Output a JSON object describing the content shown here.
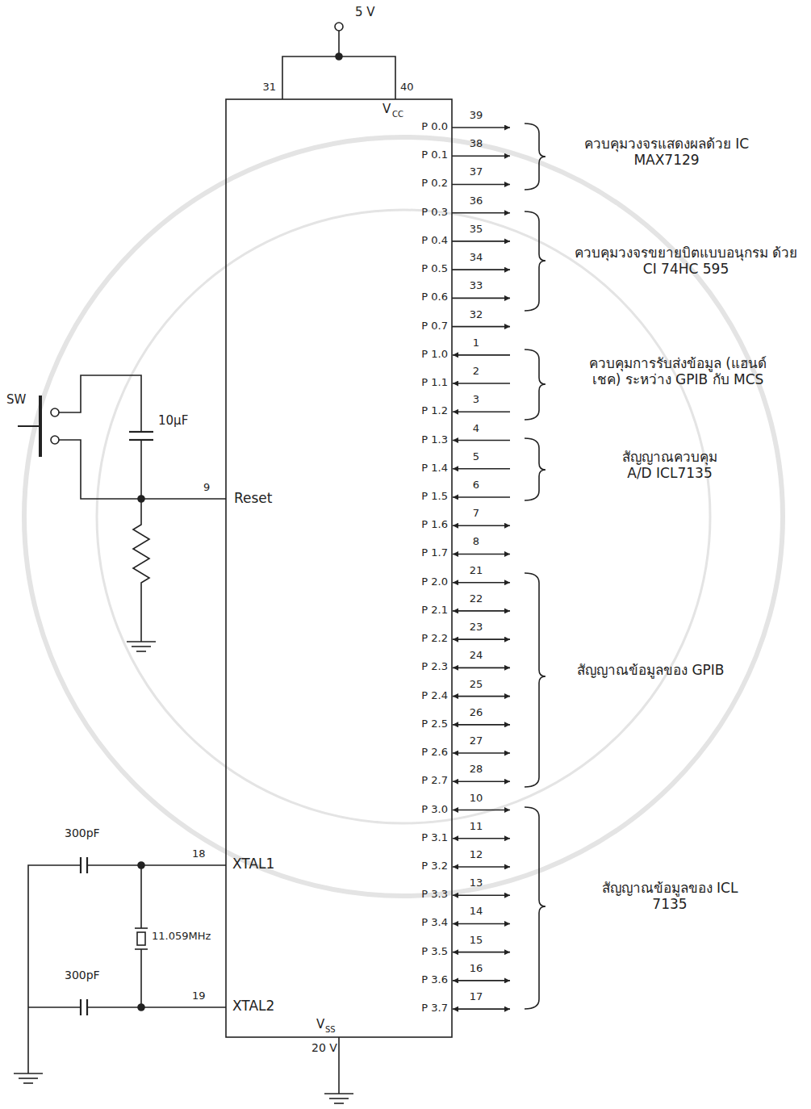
{
  "diagram": {
    "labels": [
      "5 V",
      "31",
      "40",
      "V",
      "CC",
      "P 0.0",
      "39",
      "P 0.1",
      "38",
      "P 0.2",
      "37",
      "P 0.3",
      "36",
      "P 0.4",
      "35",
      "P 0.5",
      "34",
      "P 0.6",
      "33",
      "P 0.7",
      "32",
      "P 1.0",
      "1",
      "P 1.1",
      "2",
      "P 1.2",
      "3",
      "P 1.3",
      "4",
      "P 1.4",
      "5",
      "P 1.5",
      "6",
      "P 1.6",
      "7",
      "P 1.7",
      "8",
      "P 2.0",
      "21",
      "P 2.1",
      "22",
      "P 2.2",
      "23",
      "P 2.3",
      "24",
      "P 2.4",
      "25",
      "P 2.5",
      "26",
      "P 2.6",
      "27",
      "P 2.7",
      "28",
      "P 3.0",
      "10",
      "P 3.1",
      "11",
      "P 3.2",
      "12",
      "P 3.3",
      "13",
      "P 3.4",
      "14",
      "P 3.5",
      "15",
      "P 3.6",
      "16",
      "P 3.7",
      "17",
      "ควบคุมวงจรแสดงผลด้วย IC MAX7129",
      "ควบคุมวงจรขยายบิตแบบอนุกรม ด้วย CI 74HC 595",
      "ควบคุมการรับส่งข้อมูล (แฮนด์เชค) ระหว่าง GPIB กับ MCS",
      "สัญญาณควบคุม A/D ICL7135",
      "สัญญาณข้อมูลของ GPIB",
      "สัญญาณข้อมูลของ ICL 7135",
      "SW",
      "10μF",
      "9",
      "Reset",
      "300pF",
      "18",
      "XTAL1",
      "11.059MHz",
      "300pF",
      "19",
      "XTAL2",
      "V",
      "SS",
      "20 V"
    ]
  }
}
